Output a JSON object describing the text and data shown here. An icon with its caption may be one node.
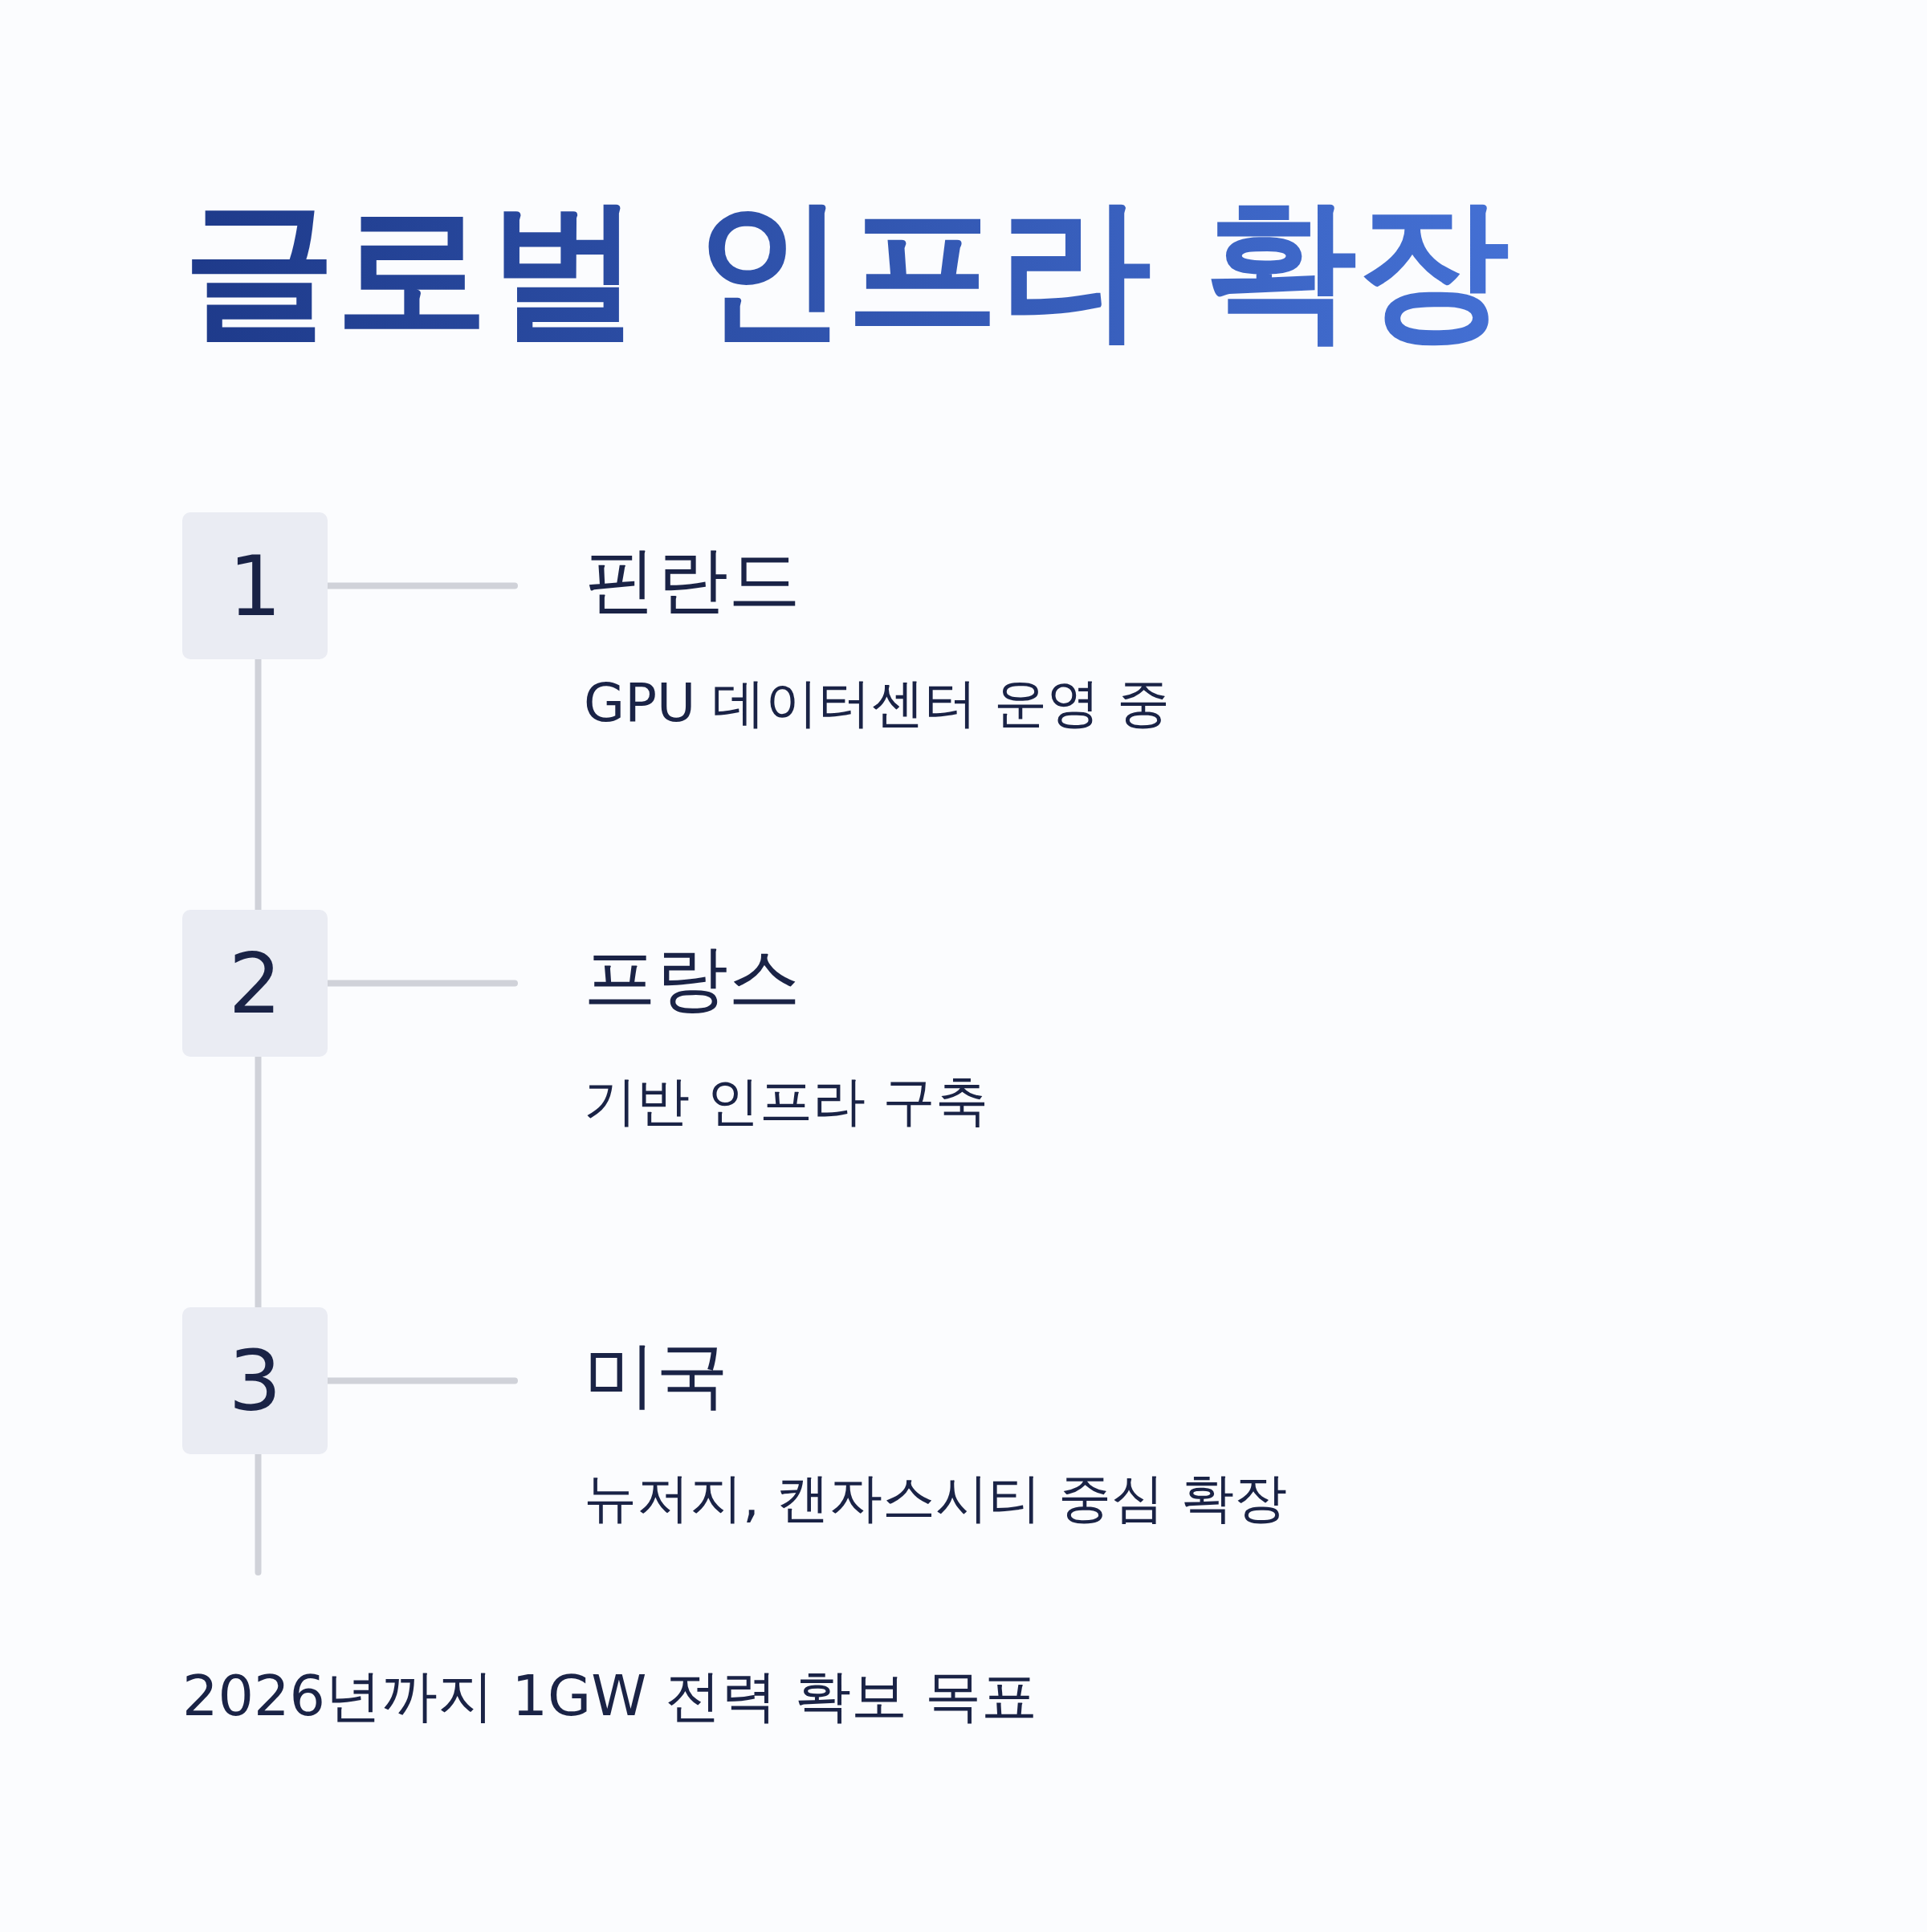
{
  "diagram": {
    "title": "글로벌 인프라 확장",
    "caption": "2026년까지 1GW 전력 확보 목표",
    "nodes": [
      {
        "text": [
          "1"
        ]
      },
      {
        "text": [
          "핀란드",
          "GPU 데이터센터 운영 중"
        ]
      },
      {
        "text": [
          "2"
        ]
      },
      {
        "text": [
          "프랑스",
          "기반 인프라 구축"
        ]
      },
      {
        "text": [
          "3"
        ]
      },
      {
        "text": [
          "미국",
          "뉴저지, 캔자스시티 중심 확장"
        ]
      }
    ],
    "edges": [
      {
        "from": 0,
        "to": 1,
        "arrow": "none"
      },
      {
        "from": 0,
        "to": 2,
        "arrow": "none"
      },
      {
        "from": 2,
        "to": 3,
        "arrow": "none"
      },
      {
        "from": 2,
        "to": 4,
        "arrow": "none"
      },
      {
        "from": 4,
        "to": 5,
        "arrow": "none"
      },
      {
        "from": 4,
        "to": null,
        "arrow": "none"
      }
    ]
  }
}
